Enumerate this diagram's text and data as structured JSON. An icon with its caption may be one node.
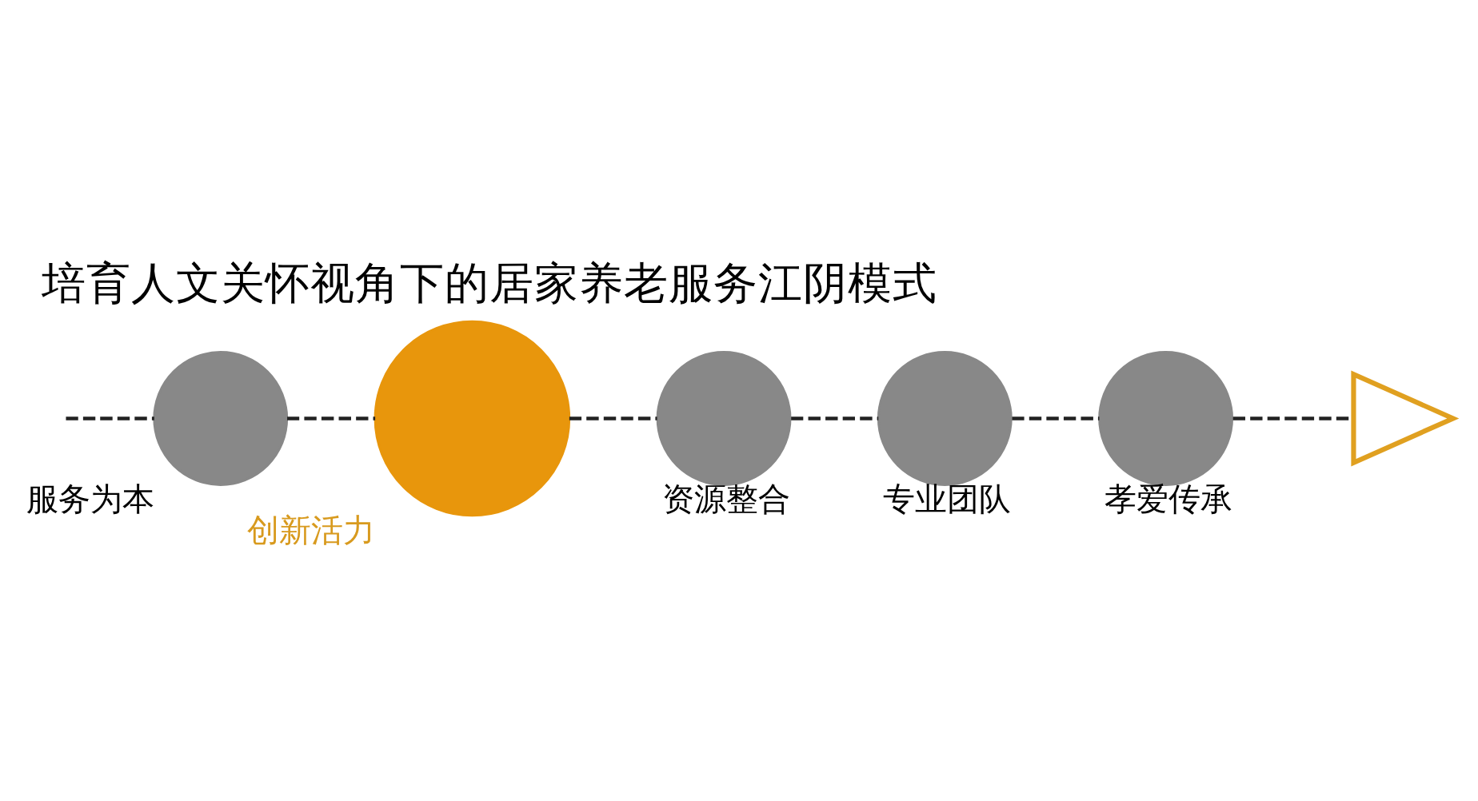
{
  "diagram": {
    "title": "培育人文关怀视角下的居家养老服务江阴模式",
    "nodes": [
      {
        "text": [],
        "shape": "circle",
        "beside": [
          "服务为本"
        ]
      },
      {
        "text": [],
        "shape": "circle",
        "beside": [
          "创新活力"
        ]
      },
      {
        "text": [],
        "shape": "circle",
        "beside": [
          "资源整合"
        ]
      },
      {
        "text": [],
        "shape": "circle",
        "beside": [
          "专业团队"
        ]
      },
      {
        "text": [],
        "shape": "circle",
        "beside": [
          "孝爱传承"
        ]
      },
      {
        "text": [],
        "shape": "picture"
      }
    ],
    "edges": [
      {
        "from": null,
        "to": 0,
        "arrow": "none",
        "style": "dashed"
      },
      {
        "from": 0,
        "to": 1,
        "arrow": "none",
        "style": "dashed"
      },
      {
        "from": 1,
        "to": 2,
        "arrow": "none",
        "style": "dashed"
      },
      {
        "from": 2,
        "to": 3,
        "arrow": "none",
        "style": "dashed"
      },
      {
        "from": 3,
        "to": 4,
        "arrow": "none",
        "style": "dashed"
      },
      {
        "from": 4,
        "to": 5,
        "arrow": "none",
        "style": "dashed"
      }
    ]
  }
}
